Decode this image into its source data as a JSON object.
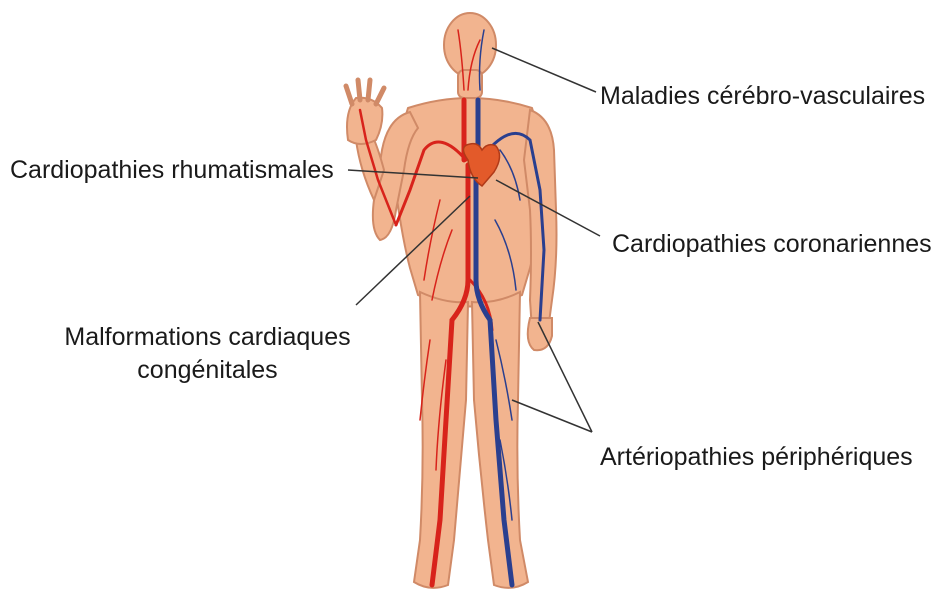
{
  "labels": {
    "cerebro": "Maladies cérébro-vasculaires",
    "rhuma": "Cardiopathies rhumatismales",
    "coro": "Cardiopathies coronariennes",
    "malfo_line1": "Malformations cardiaques",
    "malfo_line2": "congénitales",
    "arterio": "Artériopathies périphériques"
  },
  "colors": {
    "skin": "#f2b48f",
    "artery": "#d8231b",
    "vein": "#2a3f8f",
    "leader_line": "#333333"
  }
}
